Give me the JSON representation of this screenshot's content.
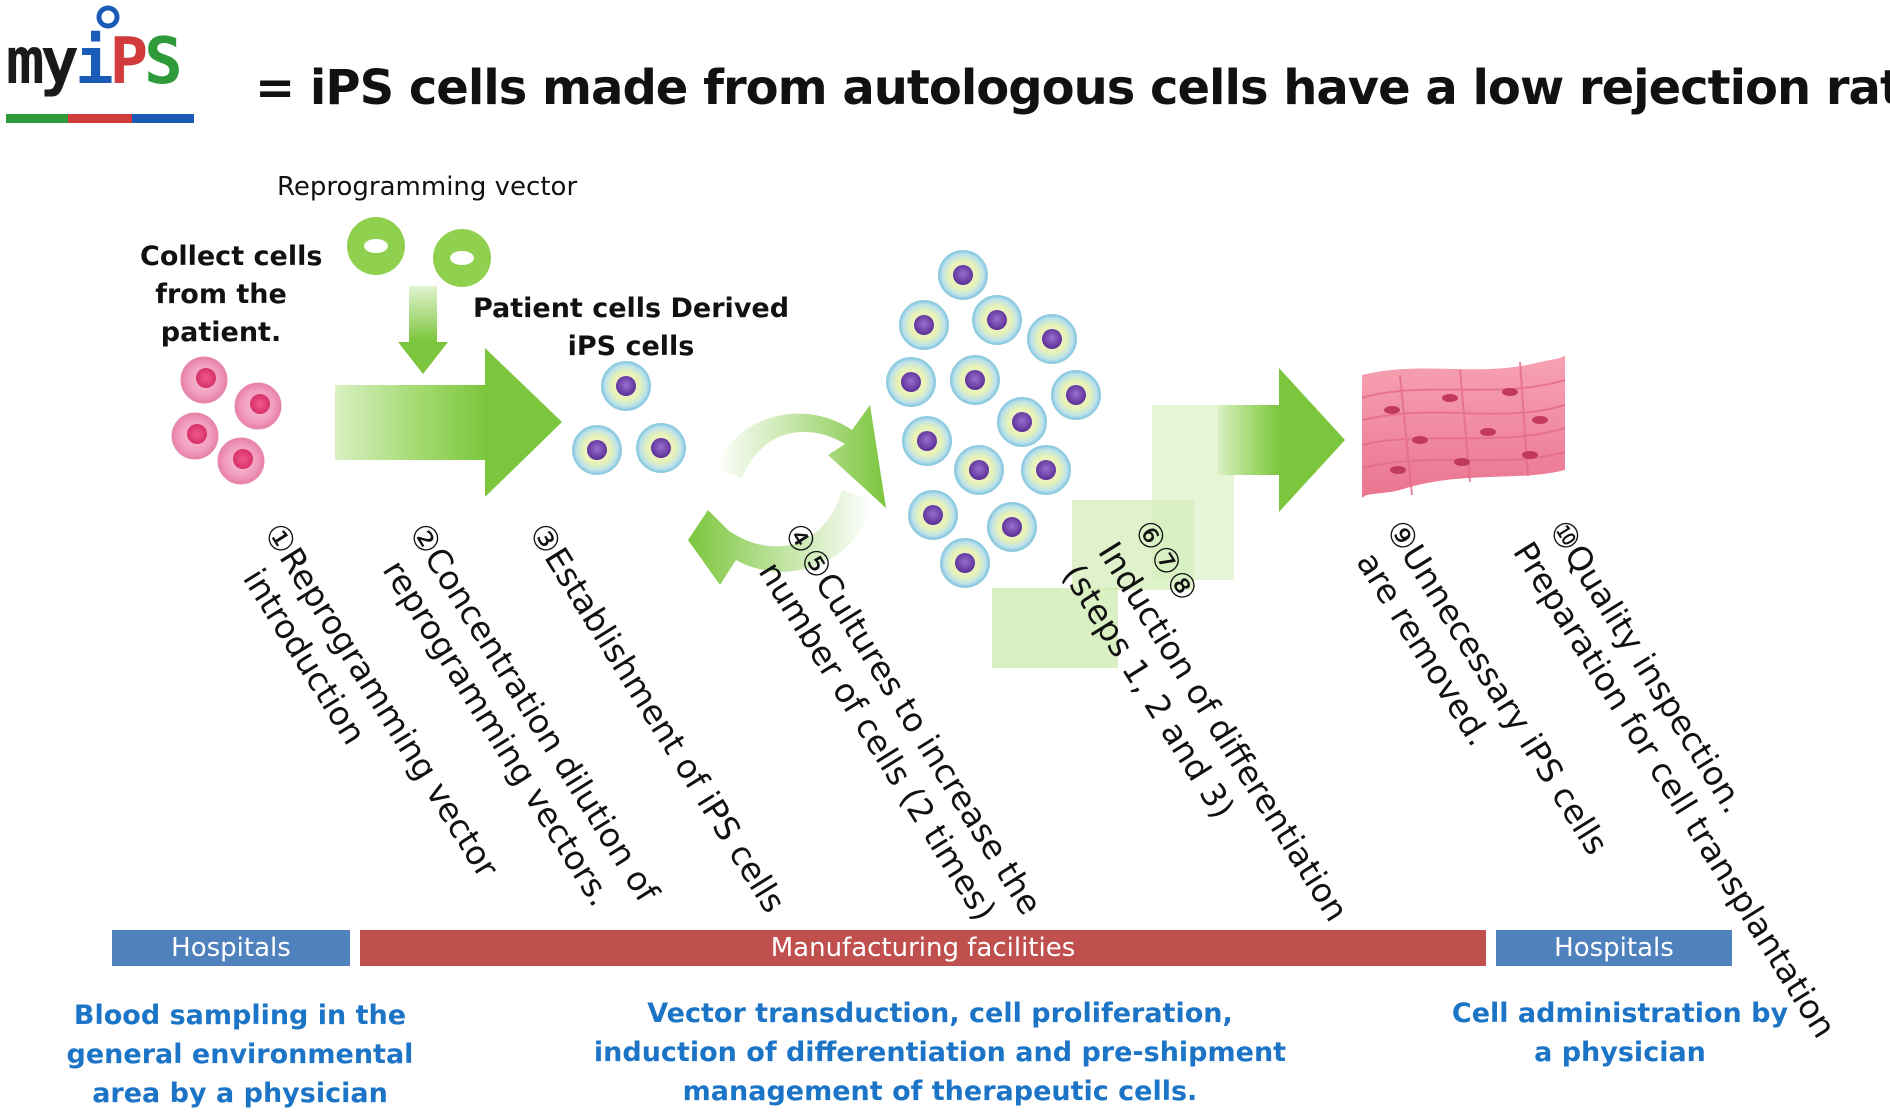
{
  "logo": {
    "parts": [
      "my",
      "i",
      "P",
      "S"
    ],
    "colors": {
      "my": "#1a1a1a",
      "i": "#1a5bb8",
      "P": "#d13b3b",
      "S": "#2f9a3a"
    }
  },
  "headline": "=   iPS cells made from autologous cells have a low rejection rate.",
  "labels": {
    "collect": [
      "Collect cells",
      "from the",
      "patient."
    ],
    "vector": "Reprogramming vector",
    "patient_derived": [
      "Patient cells Derived",
      "iPS cells"
    ]
  },
  "steps": [
    {
      "id": "step-1",
      "lines": [
        "①Reprogramming vector",
        "introduction"
      ]
    },
    {
      "id": "step-2",
      "lines": [
        "②Concentration dilution of",
        "reprogramming vectors."
      ]
    },
    {
      "id": "step-3",
      "lines": [
        "③Establishment of iPS cells"
      ]
    },
    {
      "id": "step-45",
      "lines": [
        "④⑤Cultures to increase the",
        "number of cells (2 times)"
      ]
    },
    {
      "id": "step-678",
      "lines": [
        "⑥⑦⑧",
        "Induction of differentiation",
        "(steps 1, 2 and 3)"
      ]
    },
    {
      "id": "step-9",
      "lines": [
        "⑨Unnecessary iPS cells",
        "are removed."
      ]
    },
    {
      "id": "step-10",
      "lines": [
        "⑩Quality inspection.",
        "Preparation for cell transplantation"
      ]
    }
  ],
  "bars": {
    "hospitals_left": "Hospitals",
    "manufacturing": "Manufacturing facilities",
    "hospitals_right": "Hospitals"
  },
  "descriptions": {
    "left": [
      "Blood sampling in the",
      "general environmental",
      "area by a physician"
    ],
    "center": [
      "Vector transduction, cell proliferation,",
      "induction of differentiation and pre-shipment",
      "management of therapeutic cells."
    ],
    "right": [
      "Cell administration by",
      "a physician"
    ]
  },
  "colors": {
    "hospital_bar": "#4f81bd",
    "manufacturing_bar": "#c0504d",
    "description_text": "#1b74c6",
    "arrow_green": "#8fd14f",
    "patient_cell": "#f4a6c4",
    "ips_nucleus": "#6a3fa0",
    "cardiac_tissue": "#f0899a"
  }
}
